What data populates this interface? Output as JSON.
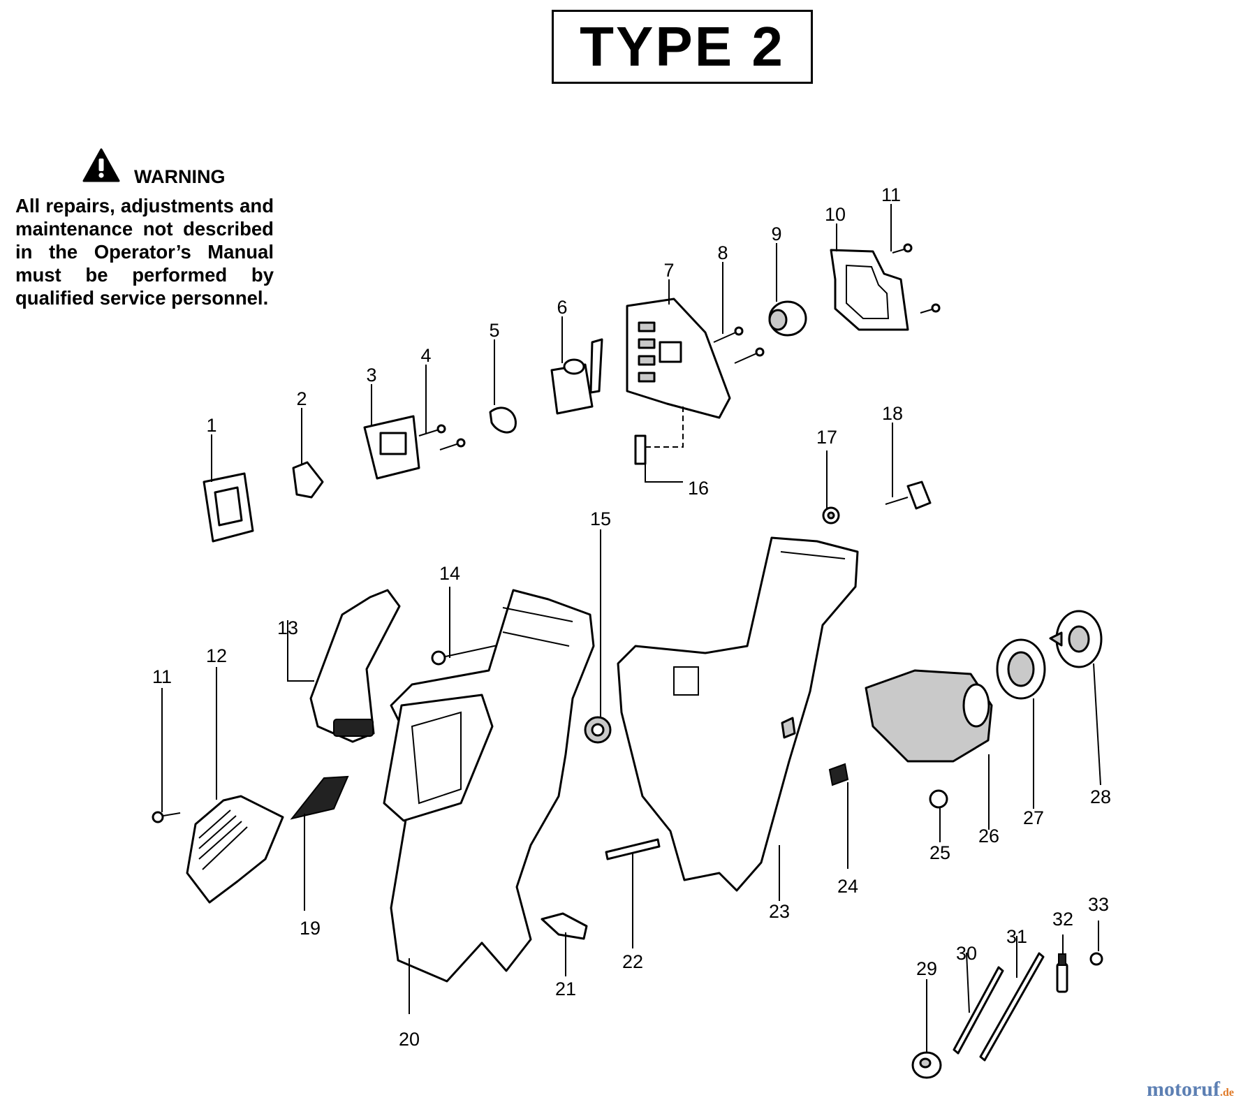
{
  "header": {
    "title": "TYPE 2"
  },
  "warning": {
    "icon": "warning-triangle-icon",
    "title": "WARNING",
    "text": "All repairs, adjustments and maintenance not described in the Operator’s Manual must be performed by qualified service personnel."
  },
  "callouts": [
    "1",
    "2",
    "3",
    "4",
    "5",
    "6",
    "7",
    "8",
    "9",
    "10",
    "11",
    "11",
    "12",
    "13",
    "14",
    "15",
    "16",
    "17",
    "18",
    "19",
    "20",
    "21",
    "22",
    "23",
    "24",
    "25",
    "26",
    "27",
    "28",
    "29",
    "30",
    "31",
    "32",
    "33"
  ],
  "watermark": {
    "main": "motoruf",
    "tld": ".de",
    "colors": {
      "main": "#5c7fb3",
      "tld": "#e07b2a"
    }
  }
}
